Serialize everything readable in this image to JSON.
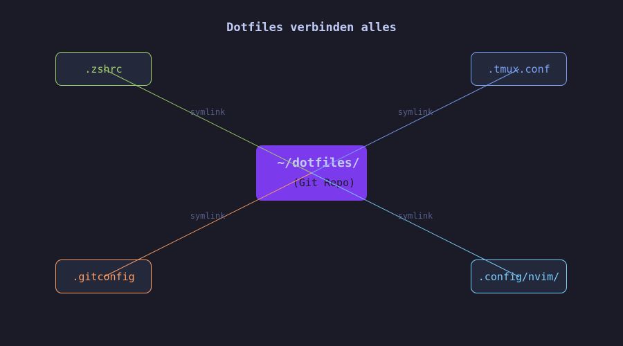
{
  "title": "Dotfiles verbinden alles",
  "center": {
    "name": "~/dotfiles/",
    "subtitle": "(Git Repo)",
    "color": "#7c3aed"
  },
  "nodes": [
    {
      "label": ".zshrc",
      "color": "#9ece6a"
    },
    {
      "label": ".tmux.conf",
      "color": "#7aa2f7"
    },
    {
      "label": ".gitconfig",
      "color": "#ff9e64"
    },
    {
      "label": ".config/nvim/",
      "color": "#7dcfff"
    }
  ],
  "edges": [
    {
      "label": "symlink"
    },
    {
      "label": "symlink"
    },
    {
      "label": "symlink"
    },
    {
      "label": "symlink"
    }
  ]
}
